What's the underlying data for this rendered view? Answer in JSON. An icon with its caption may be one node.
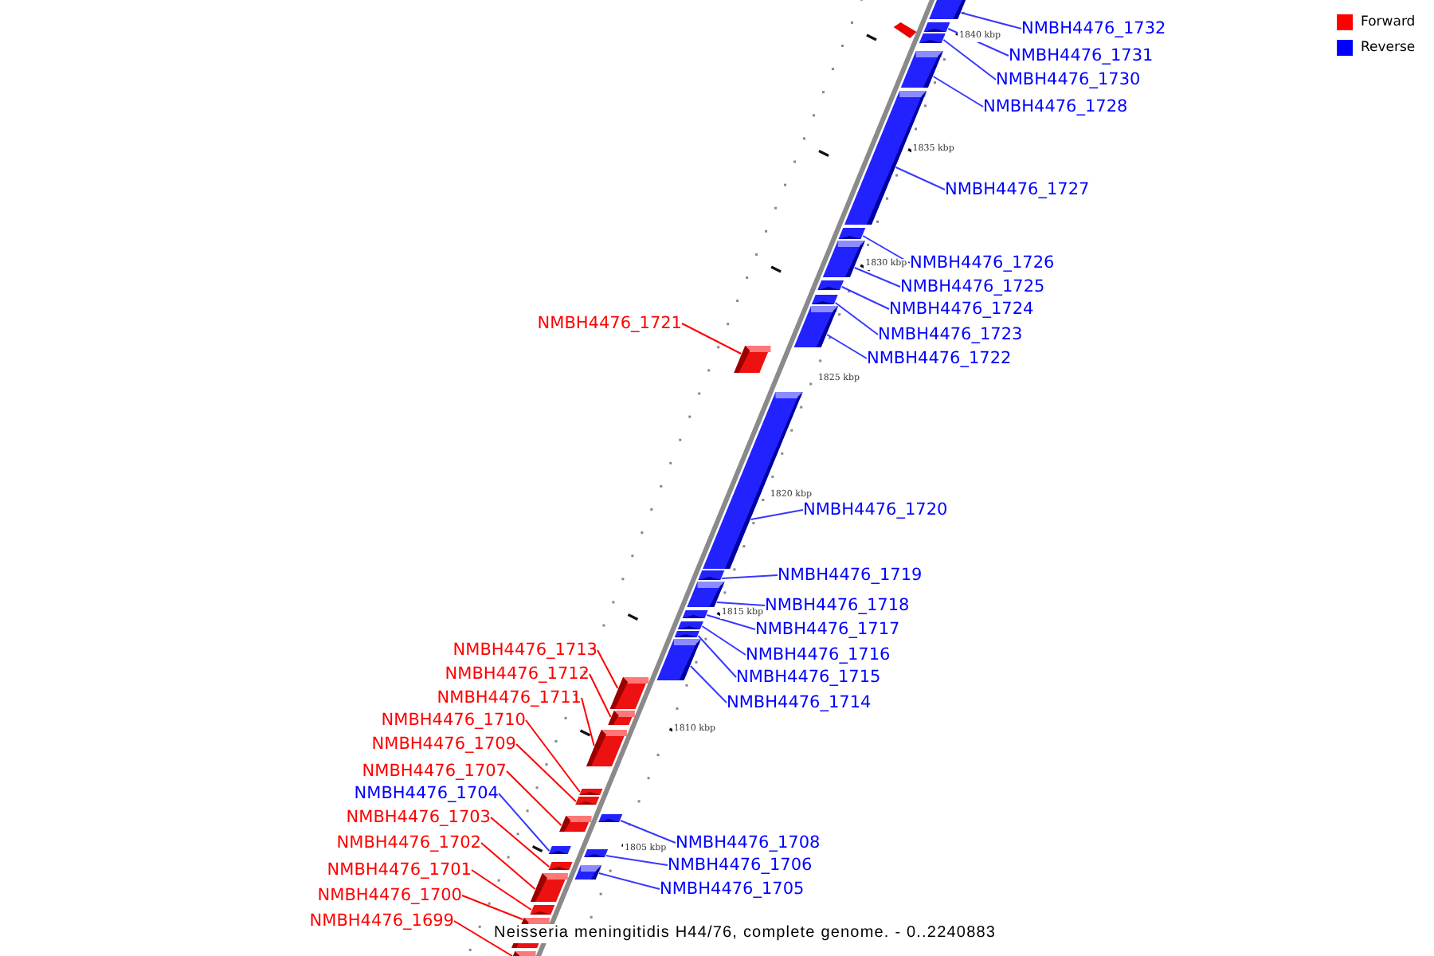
{
  "diagram": {
    "caption": "Neisseria meningitidis H44/76, complete genome. - 0..2240883",
    "nodes": [
      {
        "text": [
          "NMBH4476_1732"
        ]
      },
      {
        "text": [],
        "shape": "box"
      },
      {
        "text": [
          "NMBH4476_1731"
        ]
      },
      {
        "text": [],
        "shape": "box"
      },
      {
        "text": [
          "NMBH4476_1730"
        ]
      },
      {
        "text": [],
        "shape": "box"
      },
      {
        "text": [
          "NMBH4476_1728"
        ]
      },
      {
        "text": [],
        "shape": "box"
      },
      {
        "text": [
          "NMBH4476_1727"
        ]
      },
      {
        "text": [],
        "shape": "box"
      },
      {
        "text": [
          "NMBH4476_1726"
        ]
      },
      {
        "text": [],
        "shape": "box"
      },
      {
        "text": [
          "NMBH4476_1725"
        ]
      },
      {
        "text": [],
        "shape": "box"
      },
      {
        "text": [
          "NMBH4476_1724"
        ]
      },
      {
        "text": [],
        "shape": "box"
      },
      {
        "text": [
          "NMBH4476_1723"
        ]
      },
      {
        "text": [],
        "shape": "box"
      },
      {
        "text": [
          "NMBH4476_1722"
        ]
      },
      {
        "text": [],
        "shape": "box"
      },
      {
        "text": [
          "NMBH4476_1721"
        ]
      },
      {
        "text": [],
        "shape": "box"
      },
      {
        "text": [
          "NMBH4476_1720"
        ]
      },
      {
        "text": [],
        "shape": "box"
      },
      {
        "text": [
          "NMBH4476_1719"
        ]
      },
      {
        "text": [],
        "shape": "box"
      },
      {
        "text": [
          "NMBH4476_1718"
        ]
      },
      {
        "text": [],
        "shape": "box"
      },
      {
        "text": [
          "NMBH4476_1717"
        ]
      },
      {
        "text": [],
        "shape": "box"
      },
      {
        "text": [
          "NMBH4476_1716"
        ]
      },
      {
        "text": [],
        "shape": "box"
      },
      {
        "text": [
          "NMBH4476_1715"
        ]
      },
      {
        "text": [],
        "shape": "box"
      },
      {
        "text": [
          "NMBH4476_1714"
        ]
      },
      {
        "text": [],
        "shape": "box"
      },
      {
        "text": [
          "NMBH4476_1713"
        ]
      },
      {
        "text": [],
        "shape": "box"
      },
      {
        "text": [
          "NMBH4476_1712"
        ]
      },
      {
        "text": [],
        "shape": "box"
      },
      {
        "text": [
          "NMBH4476_1711"
        ]
      },
      {
        "text": [],
        "shape": "box"
      },
      {
        "text": [
          "NMBH4476_1710"
        ]
      },
      {
        "text": [],
        "shape": "box"
      },
      {
        "text": [
          "NMBH4476_1709"
        ]
      },
      {
        "text": [],
        "shape": "box"
      },
      {
        "text": [
          "NMBH4476_1708"
        ]
      },
      {
        "text": [],
        "shape": "box"
      },
      {
        "text": [
          "NMBH4476_1707"
        ]
      },
      {
        "text": [],
        "shape": "box"
      },
      {
        "text": [
          "NMBH4476_1706"
        ]
      },
      {
        "text": [],
        "shape": "box"
      },
      {
        "text": [
          "NMBH4476_1705"
        ]
      },
      {
        "text": [],
        "shape": "box"
      },
      {
        "text": [
          "NMBH4476_1704"
        ]
      },
      {
        "text": [],
        "shape": "box"
      },
      {
        "text": [
          "NMBH4476_1703"
        ]
      },
      {
        "text": [],
        "shape": "box"
      },
      {
        "text": [
          "NMBH4476_1702"
        ]
      },
      {
        "text": [],
        "shape": "box"
      },
      {
        "text": [
          "NMBH4476_1701"
        ]
      },
      {
        "text": [],
        "shape": "box"
      },
      {
        "text": [
          "NMBH4476_1700"
        ]
      },
      {
        "text": [],
        "shape": "box"
      },
      {
        "text": [
          "NMBH4476_1699"
        ]
      },
      {
        "text": [],
        "shape": "box"
      }
    ],
    "edges": [
      {
        "from": 0,
        "to": 1,
        "arrow": "none"
      },
      {
        "from": 2,
        "to": 3,
        "arrow": "none"
      },
      {
        "from": 4,
        "to": 5,
        "arrow": "none"
      },
      {
        "from": 6,
        "to": 7,
        "arrow": "none"
      },
      {
        "from": 8,
        "to": 9,
        "arrow": "none"
      },
      {
        "from": 10,
        "to": 11,
        "arrow": "none"
      },
      {
        "from": 12,
        "to": 13,
        "arrow": "none"
      },
      {
        "from": 14,
        "to": 15,
        "arrow": "none"
      },
      {
        "from": 16,
        "to": 17,
        "arrow": "none"
      },
      {
        "from": 18,
        "to": 19,
        "arrow": "none"
      },
      {
        "from": 20,
        "to": 21,
        "arrow": "none",
        "color": "#ff0000"
      },
      {
        "from": 22,
        "to": 23,
        "arrow": "none"
      },
      {
        "from": 24,
        "to": 25,
        "arrow": "none"
      },
      {
        "from": 26,
        "to": 27,
        "arrow": "none"
      },
      {
        "from": 28,
        "to": 29,
        "arrow": "none"
      },
      {
        "from": 30,
        "to": 31,
        "arrow": "none"
      },
      {
        "from": 32,
        "to": 33,
        "arrow": "none"
      },
      {
        "from": 34,
        "to": 35,
        "arrow": "none"
      },
      {
        "from": 36,
        "to": 37,
        "arrow": "none",
        "color": "#ff0000"
      },
      {
        "from": 38,
        "to": 39,
        "arrow": "none",
        "color": "#ff0000"
      },
      {
        "from": 40,
        "to": 41,
        "arrow": "none",
        "color": "#ff0000"
      },
      {
        "from": 42,
        "to": 43,
        "arrow": "none",
        "color": "#ff0000"
      },
      {
        "from": 44,
        "to": 45,
        "arrow": "none",
        "color": "#ff0000"
      },
      {
        "from": 46,
        "to": 47,
        "arrow": "none"
      },
      {
        "from": 48,
        "to": 49,
        "arrow": "none",
        "color": "#ff0000"
      },
      {
        "from": 50,
        "to": 51,
        "arrow": "none"
      },
      {
        "from": 52,
        "to": 53,
        "arrow": "none"
      },
      {
        "from": 54,
        "to": 55,
        "arrow": "none"
      },
      {
        "from": 56,
        "to": 57,
        "arrow": "none",
        "color": "#ff0000"
      },
      {
        "from": 58,
        "to": 59,
        "arrow": "none",
        "color": "#ff0000"
      },
      {
        "from": 60,
        "to": 61,
        "arrow": "none",
        "color": "#ff0000"
      },
      {
        "from": 62,
        "to": 63,
        "arrow": "none",
        "color": "#ff0000"
      },
      {
        "from": 64,
        "to": 65,
        "arrow": "none",
        "color": "#ff0000"
      }
    ],
    "labels": [
      "1840 kbp",
      "1835 kbp",
      "1830 kbp",
      "1825 kbp",
      "1820 kbp",
      "1815 kbp",
      "1810 kbp",
      "1805 kbp"
    ],
    "legend": [
      {
        "text": "Forward",
        "color": "#ff0000"
      },
      {
        "text": "Reverse",
        "color": "#0000ff"
      }
    ]
  }
}
